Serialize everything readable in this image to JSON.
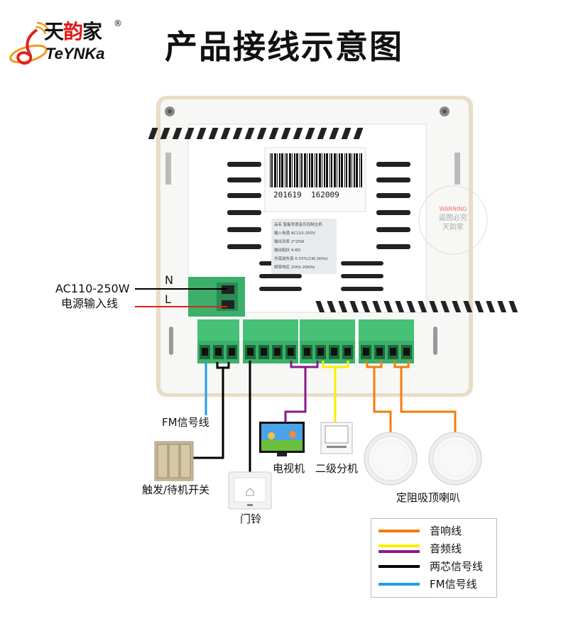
{
  "brand": {
    "name_cn_1": "天",
    "name_cn_2": "韵",
    "name_cn_3": "家",
    "name_en": "TeYNKa",
    "registered": "®"
  },
  "title": "产品接线示意图",
  "device": {
    "barcode_left": "201619",
    "barcode_right": "162009",
    "spec_label": [
      [
        "品名",
        "智能背景音乐控制主机"
      ],
      [
        "输入电源",
        "AC110-250V"
      ],
      [
        "输出功率",
        "2*25W"
      ],
      [
        "输出阻抗",
        "4-8Ω"
      ],
      [
        "总谐波失真",
        "0.03%(1W,1KHz)"
      ],
      [
        "频率响应",
        "20Hz-20KHz"
      ]
    ],
    "watermark": {
      "warning": "WARNING",
      "line1": "盗图必究",
      "line2": "天韵家"
    }
  },
  "power": {
    "n_label": "N",
    "l_label": "L",
    "voltage": "AC110-250W",
    "desc": "电源输入线"
  },
  "connections": {
    "fm": "FM信号线",
    "switch": "触发/待机开关",
    "doorbell": "门铃",
    "tv": "电视机",
    "extension": "二级分机",
    "speakers": "定阻吸顶喇叭"
  },
  "legend": [
    {
      "label": "音响线",
      "colors": [
        "#f47c0c"
      ]
    },
    {
      "label": "音频线",
      "colors": [
        "#f7f000",
        "#8a1a8a"
      ]
    },
    {
      "label": "两芯信号线",
      "colors": [
        "#000000"
      ]
    },
    {
      "label": "FM信号线",
      "colors": [
        "#1aa0e8"
      ]
    }
  ]
}
